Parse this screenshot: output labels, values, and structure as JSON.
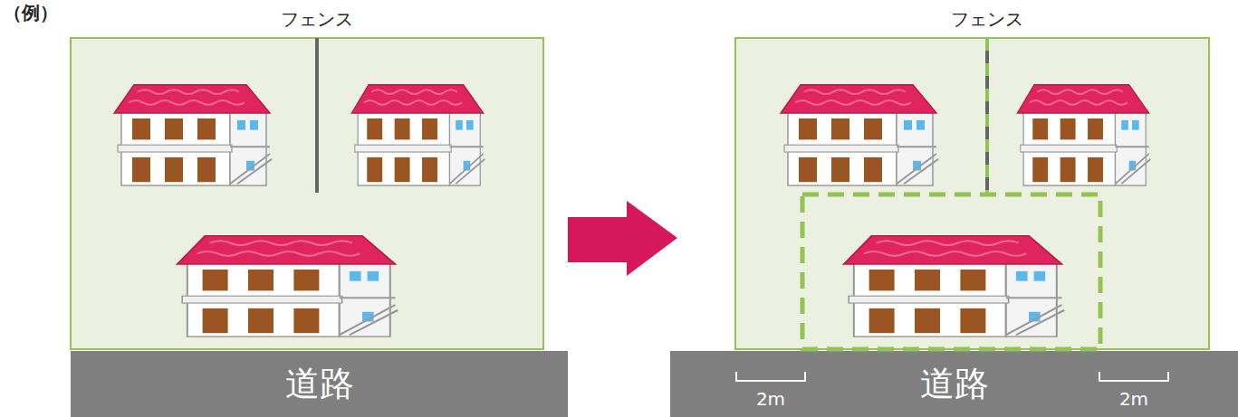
{
  "diagram": {
    "title": "（例）",
    "nodes": [
      {
        "text": [
          "道路"
        ]
      },
      {
        "text": [
          "道路"
        ]
      }
    ],
    "labels": [
      "フェンス",
      "フェンス",
      "2m",
      "2m"
    ]
  }
}
